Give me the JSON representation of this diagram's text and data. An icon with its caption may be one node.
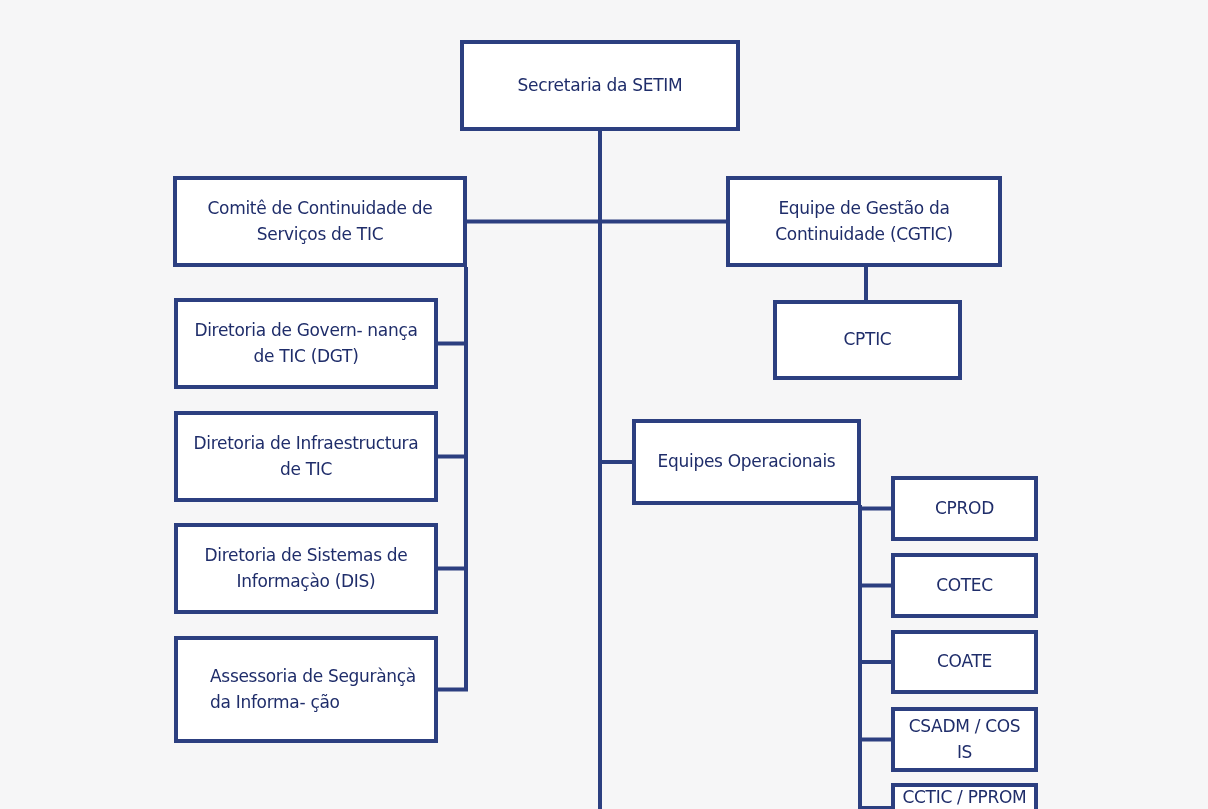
{
  "diagram": {
    "nodes": [
      {
        "text": [
          "Secretaria da SETIM"
        ]
      },
      {
        "text": [
          "Comitê de Continuidade de Serviços de TIC"
        ]
      },
      {
        "text": [
          "Equipe de Gestão da Continuidade (CGTIC)"
        ]
      },
      {
        "text": [
          "Diretoria de Govern- nança de TIC (DGT)"
        ]
      },
      {
        "text": [
          "Diretoria de Infraestructura de TIC"
        ]
      },
      {
        "text": [
          "Diretoria de Sistemas de Informaçào (DIS)"
        ]
      },
      {
        "text": [
          "Assessoria de Segurànçà da Informa- ção"
        ]
      },
      {
        "text": [
          "CPTIC"
        ]
      },
      {
        "text": [
          "Equipes Operacionais"
        ]
      },
      {
        "text": [
          "CPROD"
        ]
      },
      {
        "text": [
          "COTEC"
        ]
      },
      {
        "text": [
          "COATE"
        ]
      },
      {
        "text": [
          "CSADM / COS IS"
        ]
      },
      {
        "text": [
          "CCTIC / PPROM"
        ]
      }
    ],
    "edges": [
      {
        "from": 0,
        "to": 1,
        "arrow": "none"
      },
      {
        "from": 0,
        "to": 2,
        "arrow": "none"
      },
      {
        "from": 0,
        "to": 8,
        "arrow": "none"
      },
      {
        "from": 0,
        "to": null,
        "arrow": "none"
      },
      {
        "from": 1,
        "to": 3,
        "arrow": "none"
      },
      {
        "from": 1,
        "to": 4,
        "arrow": "none"
      },
      {
        "from": 1,
        "to": 5,
        "arrow": "none"
      },
      {
        "from": 1,
        "to": 6,
        "arrow": "none"
      },
      {
        "from": 2,
        "to": 7,
        "arrow": "none"
      },
      {
        "from": 8,
        "to": 9,
        "arrow": "none"
      },
      {
        "from": 8,
        "to": 10,
        "arrow": "none"
      },
      {
        "from": 8,
        "to": 11,
        "arrow": "none"
      },
      {
        "from": 8,
        "to": 12,
        "arrow": "none"
      },
      {
        "from": 8,
        "to": 13,
        "arrow": "none"
      }
    ]
  }
}
